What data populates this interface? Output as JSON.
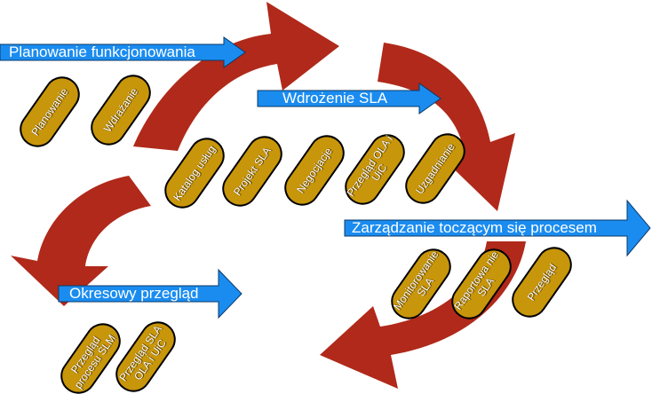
{
  "colors": {
    "arrow": "#b0291a",
    "banner": "#1a8cf0",
    "pill": "#c8960a",
    "pill_border": "#000000"
  },
  "banners": {
    "planning": "Planowanie funkcjonowania",
    "sla": "Wdrożenie SLA",
    "management": "Zarządzanie toczącym się procesem",
    "review": "Okresowy przegląd"
  },
  "pills": {
    "planowanie": "Planowanie",
    "wdrazanie": "Wdrażanie",
    "katalog": "Katalog usług",
    "projekt": "Projekt SLA",
    "negocjacje": "Negocjacje",
    "przeglad_ola": "Przegląd OLA i UiC",
    "uzgadnianie": "Uzgadnianie",
    "monitorowanie": "Monitorowanie SLA",
    "raportowanie": "Raportowa nie SLA",
    "przeglad": "Przegląd",
    "przeglad_slm": "Przegląd procesu SLM",
    "przeglad_sla_ola": "Przegląd SLA OLA i UiC"
  }
}
